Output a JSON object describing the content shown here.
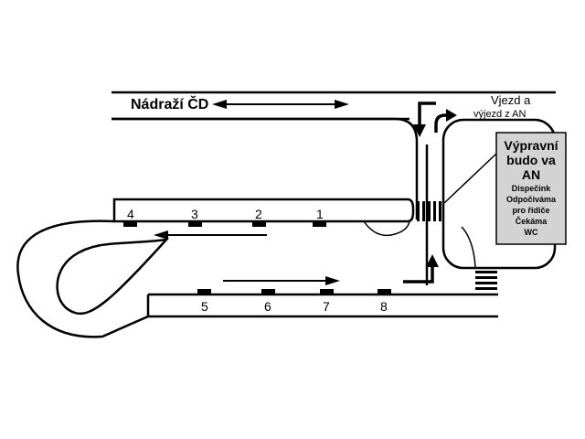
{
  "labels": {
    "station": "Nádraží ČD",
    "entry_line1": "Vjezd a",
    "entry_line2": "výjezd z AN"
  },
  "building": {
    "title_lines": [
      "Výpravní",
      "budo va",
      "AN"
    ],
    "info_lines": [
      "Dispečink",
      "Odpočiváma",
      "pro řidiče",
      "Čekáma",
      "WC"
    ],
    "fill_color": "#d3d3d3"
  },
  "stands": {
    "top_row": [
      "4",
      "3",
      "2",
      "1"
    ],
    "bottom_row": [
      "5",
      "6",
      "7",
      "8"
    ]
  },
  "colors": {
    "line": "#000000",
    "background": "#ffffff"
  }
}
